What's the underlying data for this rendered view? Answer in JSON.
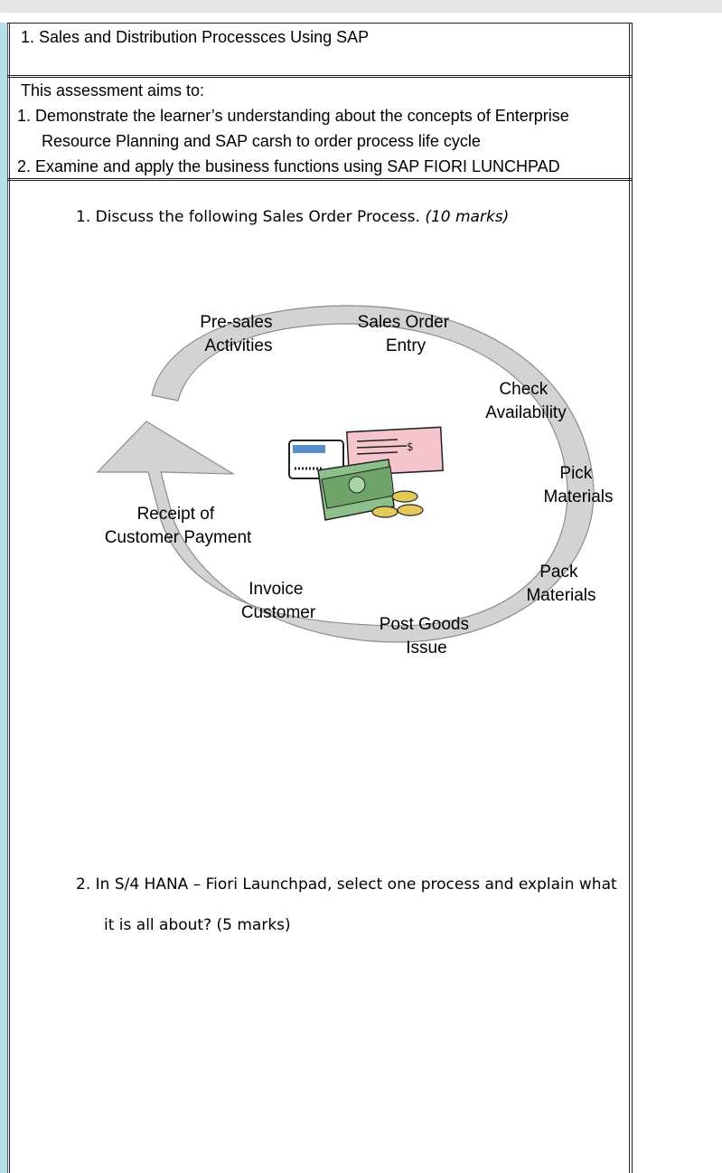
{
  "header": {
    "title": "1. Sales and Distribution Processces Using SAP"
  },
  "assessment": {
    "intro": "This assessment aims to:",
    "aim1_num": "1.",
    "aim1_line1": "Demonstrate the learner’s understanding about the concepts of Enterprise",
    "aim1_line2": "Resource Planning and SAP carsh to order process life cycle",
    "aim2": "2. Examine and apply the business functions using SAP FIORI LUNCHPAD"
  },
  "question1": {
    "text": "1. Discuss the following Sales Order Process. ",
    "marks": "(10 marks)"
  },
  "diagram": {
    "steps": [
      {
        "line1": "Pre-sales",
        "line2": "Activities"
      },
      {
        "line1": "Sales Order",
        "line2": "Entry"
      },
      {
        "line1": "Check",
        "line2": "Availability"
      },
      {
        "line1": "Pick",
        "line2": "Materials"
      },
      {
        "line1": "Pack",
        "line2": "Materials"
      },
      {
        "line1": "Post Goods",
        "line2": "Issue"
      },
      {
        "line1": "Invoice",
        "line2": "Customer"
      },
      {
        "line1": "Receipt of",
        "line2": "Customer Payment"
      }
    ],
    "center_image_icon": "money-icon",
    "colors": {
      "arrow_fill": "#d3d3d3",
      "arrow_stroke": "#8c8c8c"
    }
  },
  "question2": {
    "line1": "2. In S/4 HANA – Fiori Launchpad, select one process and explain what",
    "line2": "it is all about? (5 marks)"
  }
}
